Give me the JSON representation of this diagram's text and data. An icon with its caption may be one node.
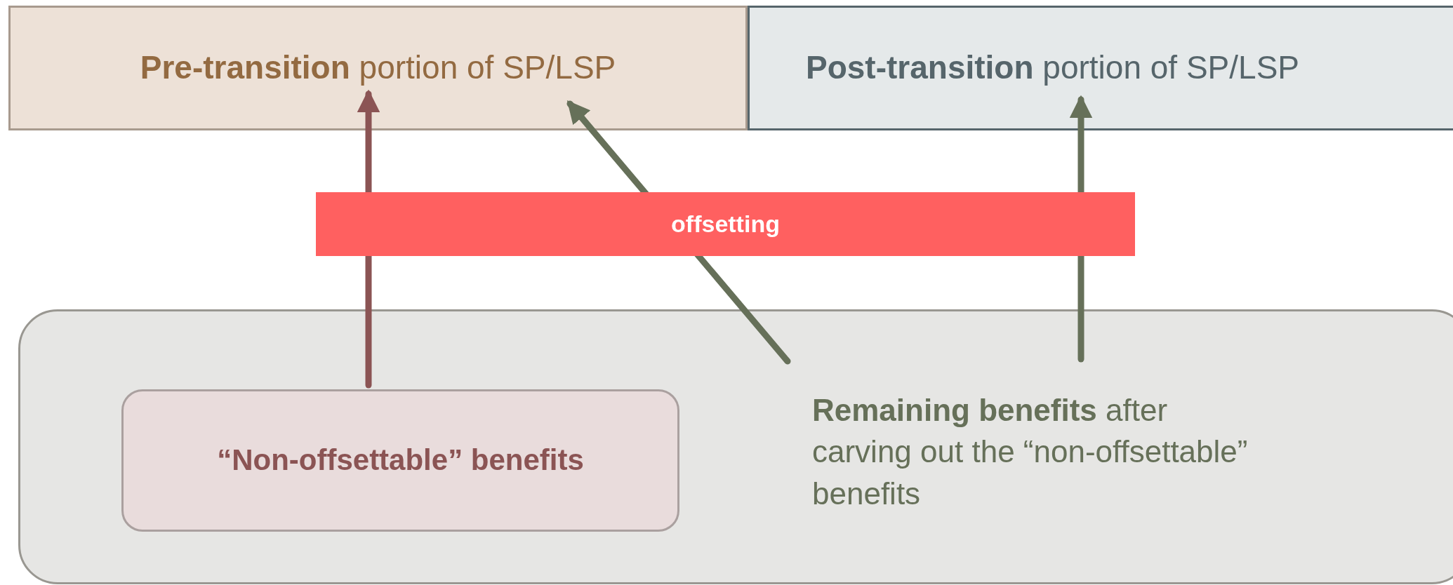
{
  "diagram": {
    "nodes": [
      {
        "text": [
          "**Pre-transition** portion of SP/LSP"
        ]
      },
      {
        "text": [
          "**Post-transition** portion of SP/LSP"
        ]
      },
      {
        "text": [],
        "shape": "box"
      },
      {
        "text": [
          "“Non-offsettable” benefits"
        ],
        "in": 2
      },
      {
        "text": [
          "**Remaining benefits** after carving out the “non-offsettable” benefits"
        ],
        "in": 2
      }
    ],
    "edges": [
      {
        "from": 3,
        "to": 0,
        "arrow": "to",
        "color": "#8b5454"
      },
      {
        "from": 4,
        "to": 0,
        "arrow": "to"
      },
      {
        "from": 4,
        "to": 1,
        "arrow": "to"
      }
    ],
    "labels": [
      "offsetting"
    ]
  }
}
